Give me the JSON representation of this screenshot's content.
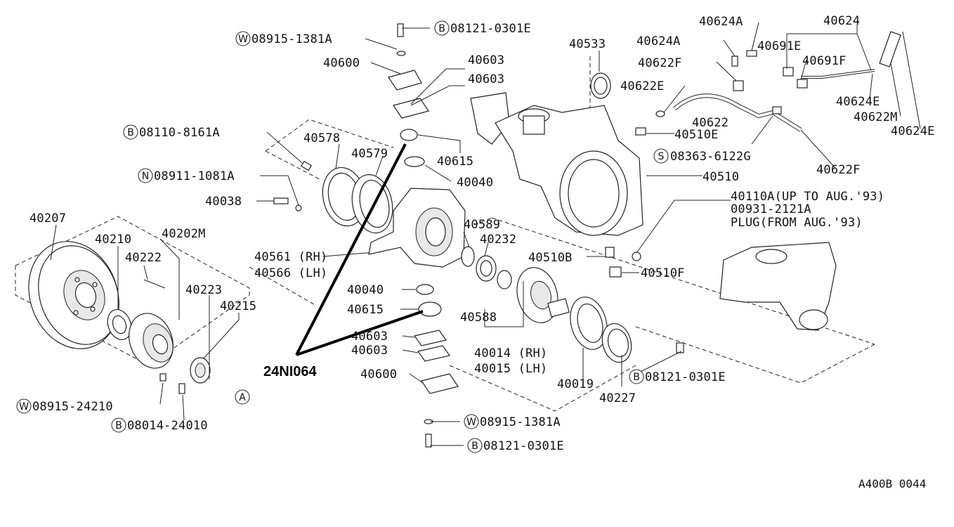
{
  "diagram_id": "A400B 0044",
  "callout": "24NI064",
  "labels": {
    "w_08915_1381A_top": "08915-1381A",
    "b_08121_0301E_top": "08121-0301E",
    "p40600_top": "40600",
    "p40603_a": "40603",
    "p40603_b": "40603",
    "b_08110_8161A": "08110-8161A",
    "p40578": "40578",
    "p40579": "40579",
    "p40615_top": "40615",
    "n_08911_1081A": "08911-1081A",
    "p40040_top": "40040",
    "p40038": "40038",
    "p40207": "40207",
    "p40210": "40210",
    "p40202M": "40202M",
    "p40222": "40222",
    "p40223": "40223",
    "p40215": "40215",
    "p40561": "40561 (RH)",
    "p40566": "40566 (LH)",
    "p40589": "40589",
    "p40232": "40232",
    "p40040_mid": "40040",
    "p40615_mid": "40615",
    "p40588": "40588",
    "p40603_c": "40603",
    "p40603_d": "40603",
    "p40014": "40014 (RH)",
    "p40015": "40015 (LH)",
    "p40600_bot": "40600",
    "p40019": "40019",
    "p40227": "40227",
    "b_08121_0301E_right": "08121-0301E",
    "w_08915_24210": "08915-24210",
    "b_08014_24010": "08014-24010",
    "w_08915_1381A_bot": "08915-1381A",
    "b_08121_0301E_bot": "08121-0301E",
    "p40533": "40533",
    "p40624A_a": "40624A",
    "p40624A_b": "40624A",
    "p40624": "40624",
    "p40691E": "40691E",
    "p40691F": "40691F",
    "p40622F_a": "40622F",
    "p40622E": "40622E",
    "p40624E_a": "40624E",
    "p40622M": "40622M",
    "p40624E_b": "40624E",
    "p40622": "40622",
    "p40510E": "40510E",
    "s_08363_6122G": "08363-6122G",
    "p40622F_b": "40622F",
    "p40510": "40510",
    "p40110A": "40110A(UP TO AUG.'93)",
    "p00931": "00931-2121A",
    "plug": "PLUG(FROM AUG.'93)",
    "p40510B": "40510B",
    "p40510F": "40510F"
  },
  "prefix_letters": {
    "W": "W",
    "B": "B",
    "N": "N",
    "S": "S",
    "A": "A"
  }
}
